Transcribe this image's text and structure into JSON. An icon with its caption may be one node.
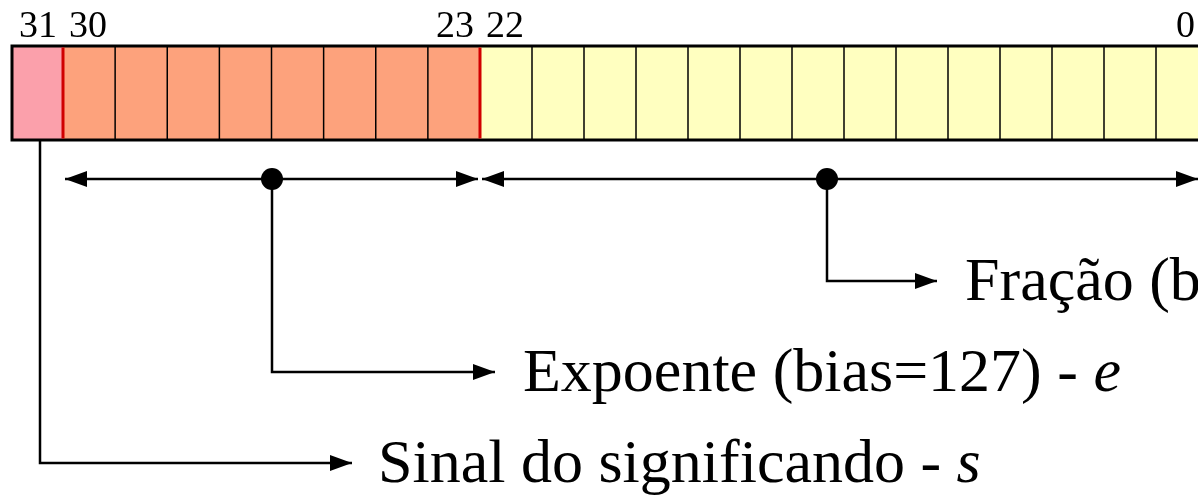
{
  "diagram": {
    "nodes": [
      {
        "text": [],
        "shape": "box"
      },
      {
        "text": [],
        "shape": "box"
      },
      {
        "text": [],
        "shape": "box"
      },
      {
        "text": [
          "Fração (b"
        ]
      },
      {
        "text": [
          "Expoente (bias=127) - *e*"
        ]
      },
      {
        "text": [
          "Sinal do significando - *s*"
        ]
      }
    ],
    "edges": [
      {
        "from": 2,
        "to": 3,
        "arrow": "to"
      },
      {
        "from": 1,
        "to": 4,
        "arrow": "to"
      },
      {
        "from": 0,
        "to": 5,
        "arrow": "to"
      }
    ],
    "labels": [
      "31",
      "30",
      "23",
      "22",
      "0"
    ]
  }
}
